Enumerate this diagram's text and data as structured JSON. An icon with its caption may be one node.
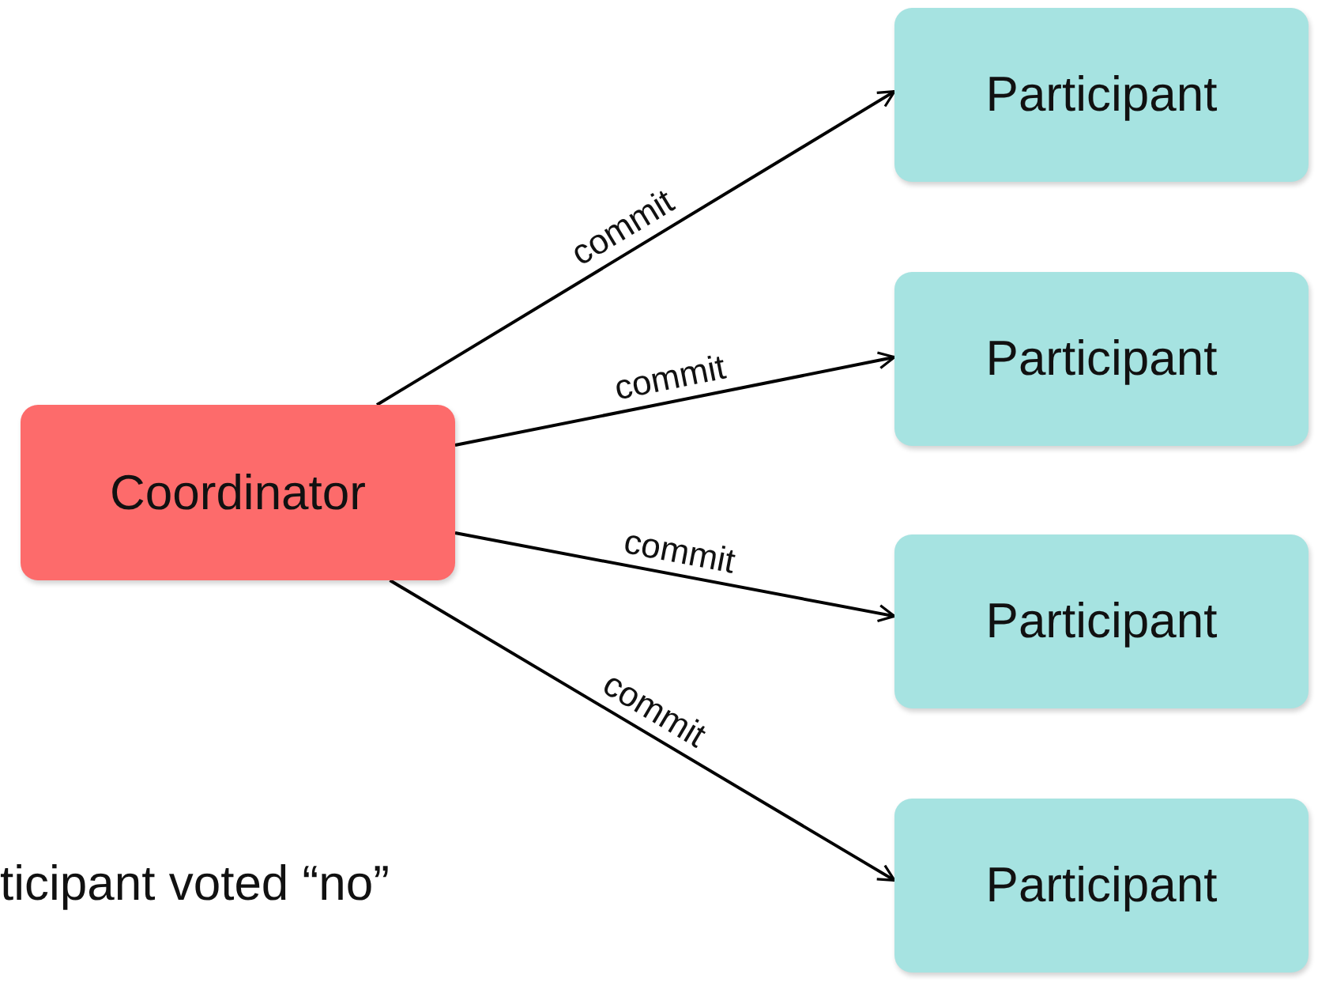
{
  "diagram": {
    "nodes": [
      {
        "text": [
          "Coordinator"
        ]
      },
      {
        "text": [
          "Participant"
        ]
      },
      {
        "text": [
          "Participant"
        ]
      },
      {
        "text": [
          "Participant"
        ]
      },
      {
        "text": [
          "Participant"
        ]
      }
    ],
    "edges": [
      {
        "from": 0,
        "to": 1,
        "arrow": "to",
        "label": "commit"
      },
      {
        "from": 0,
        "to": 2,
        "arrow": "to",
        "label": "commit"
      },
      {
        "from": 0,
        "to": 3,
        "arrow": "to",
        "label": "commit"
      },
      {
        "from": 0,
        "to": 4,
        "arrow": "to",
        "label": "commit"
      }
    ],
    "labels": [
      "ticipant voted “no”"
    ]
  }
}
